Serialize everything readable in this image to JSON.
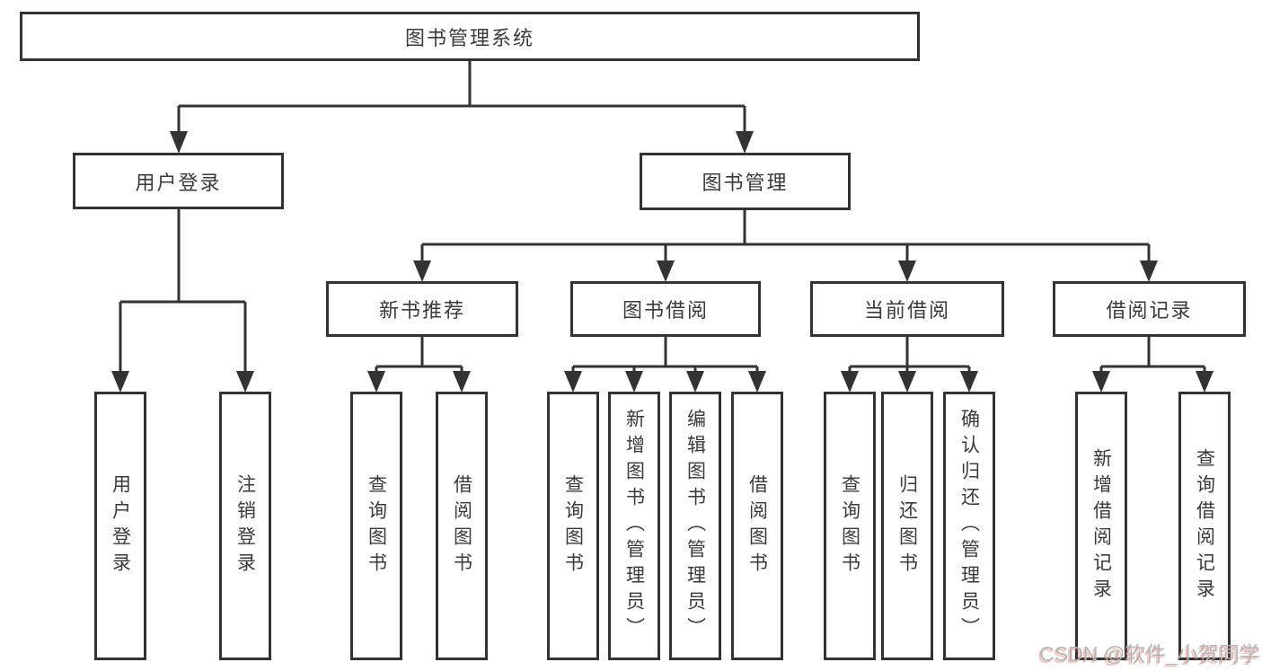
{
  "diagram_title": "图书管理系统",
  "tree": {
    "label": "图书管理系统",
    "children": [
      {
        "label": "用户登录",
        "children": [
          {
            "label": "用户登录"
          },
          {
            "label": "注销登录"
          }
        ]
      },
      {
        "label": "图书管理",
        "children": [
          {
            "label": "新书推荐",
            "children": [
              {
                "label": "查询图书"
              },
              {
                "label": "借阅图书"
              }
            ]
          },
          {
            "label": "图书借阅",
            "children": [
              {
                "label": "查询图书"
              },
              {
                "label": "新增图书（管理员）"
              },
              {
                "label": "编辑图书（管理员）"
              },
              {
                "label": "借阅图书"
              }
            ]
          },
          {
            "label": "当前借阅",
            "children": [
              {
                "label": "查询图书"
              },
              {
                "label": "归还图书"
              },
              {
                "label": "确认归还（管理员）"
              }
            ]
          },
          {
            "label": "借阅记录",
            "children": [
              {
                "label": "新增借阅记录"
              },
              {
                "label": "查询借阅记录"
              }
            ]
          }
        ]
      }
    ]
  },
  "watermark": {
    "text": "CSDN @软件_小贺同学"
  },
  "colors": {
    "line": "#333333",
    "box_border": "#333333",
    "box_background": "#ffffff",
    "text": "#3a3a3a",
    "watermark_gray": "#b4b4b4",
    "watermark_red_shadow": "#de503e"
  }
}
